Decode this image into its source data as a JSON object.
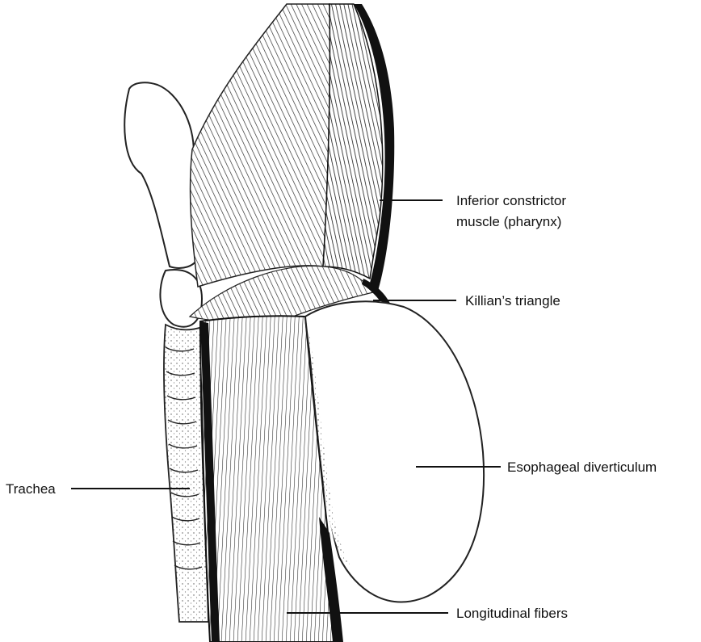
{
  "labels": {
    "inferior_constrictor_line1": "Inferior constrictor",
    "inferior_constrictor_line2": "muscle (pharynx)",
    "killians_triangle": "Killian’s triangle",
    "esophageal_diverticulum": "Esophageal diverticulum",
    "trachea": "Trachea",
    "longitudinal_fibers": "Longitudinal fibers"
  },
  "colors": {
    "ink": "#111111",
    "paper": "#ffffff"
  }
}
